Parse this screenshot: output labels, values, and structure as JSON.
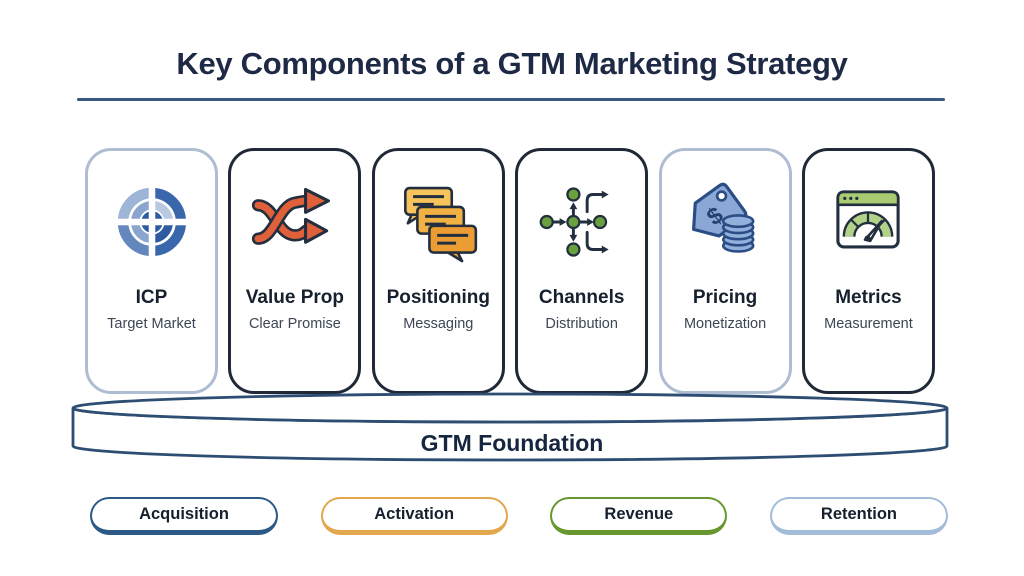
{
  "title": "Key Components of a GTM Marketing Strategy",
  "components": [
    {
      "label": "ICP",
      "sublabel": "Target Market",
      "icon": "target-icon",
      "accent": "#3a67ab",
      "border_style": "light"
    },
    {
      "label": "Value Prop",
      "sublabel": "Clear Promise",
      "icon": "shuffle-arrows-icon",
      "accent": "#e0603a",
      "border_style": "dark"
    },
    {
      "label": "Positioning",
      "sublabel": "Messaging",
      "icon": "chat-bubbles-icon",
      "accent": "#f2b143",
      "border_style": "dark"
    },
    {
      "label": "Channels",
      "sublabel": "Distribution",
      "icon": "network-distribution-icon",
      "accent": "#6ba03e",
      "border_style": "dark"
    },
    {
      "label": "Pricing",
      "sublabel": "Monetization",
      "icon": "price-tag-coins-icon",
      "accent": "#8aa7d6",
      "border_style": "light"
    },
    {
      "label": "Metrics",
      "sublabel": "Measurement",
      "icon": "dashboard-gauge-icon",
      "accent": "#a9cb72",
      "border_style": "dark"
    }
  ],
  "foundation": {
    "label": "GTM Foundation"
  },
  "funnel_stages": [
    {
      "label": "Acquisition",
      "color": "#2d5986"
    },
    {
      "label": "Activation",
      "color": "#e2a74d"
    },
    {
      "label": "Revenue",
      "color": "#67982f"
    },
    {
      "label": "Retention",
      "color": "#a3bcd8"
    }
  ],
  "colors": {
    "title_text": "#1e2a45",
    "divider": "#37597f",
    "card_border_dark": "#1f2937",
    "card_border_light": "#aebdd1",
    "foundation_outline": "#2e4d73",
    "body_text": "#16202e",
    "subtext": "#3c4654",
    "background": "#ffffff"
  }
}
